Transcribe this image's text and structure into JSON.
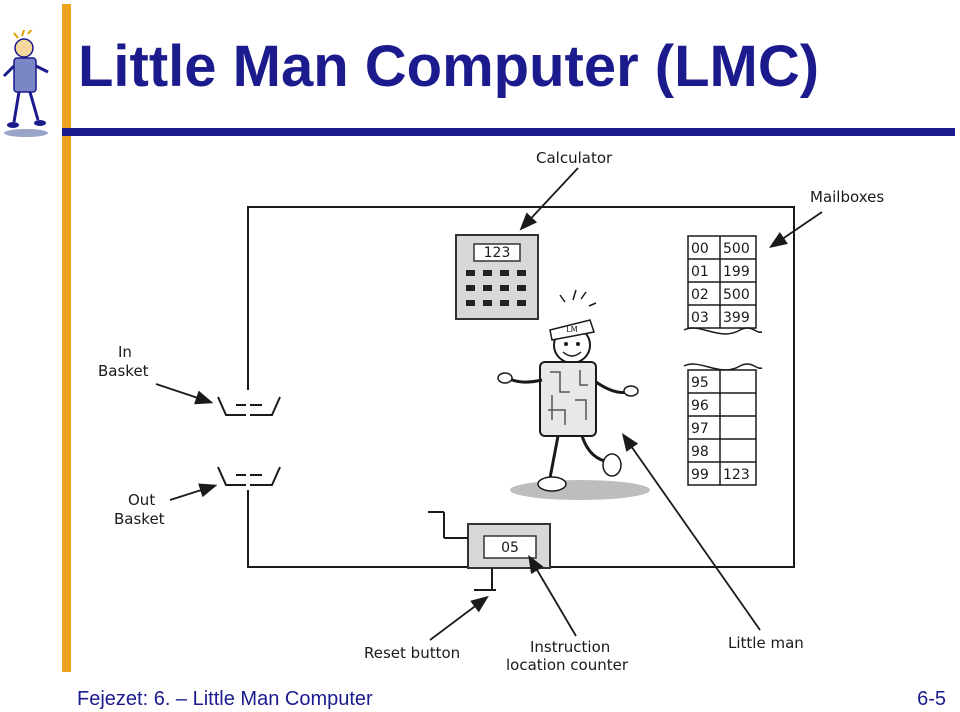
{
  "slide": {
    "title": "Little Man Computer (LMC)",
    "footer_left": "Fejezet: 6. – Little Man Computer",
    "page_number": "6-5"
  },
  "labels": {
    "calculator": "Calculator",
    "mailboxes": "Mailboxes",
    "in_basket_1": "In",
    "in_basket_2": "Basket",
    "out_basket_1": "Out",
    "out_basket_2": "Basket",
    "reset_button": "Reset button",
    "instruction_counter_1": "Instruction",
    "instruction_counter_2": "location counter",
    "little_man": "Little man"
  },
  "calculator_display": "123",
  "counter_display": "05",
  "cap_text": "LM",
  "mailboxes": [
    {
      "address": "00",
      "value": "500"
    },
    {
      "address": "01",
      "value": "199"
    },
    {
      "address": "02",
      "value": "500"
    },
    {
      "address": "03",
      "value": "399"
    },
    {
      "address": "95",
      "value": ""
    },
    {
      "address": "96",
      "value": ""
    },
    {
      "address": "97",
      "value": ""
    },
    {
      "address": "98",
      "value": ""
    },
    {
      "address": "99",
      "value": "123"
    }
  ],
  "colors": {
    "title": "#1b1b8e",
    "accent_bar": "#f0a21f",
    "rule": "#1b1b8e",
    "line": "#1a1a1a"
  },
  "icons": [
    "little-man-logo-icon"
  ]
}
